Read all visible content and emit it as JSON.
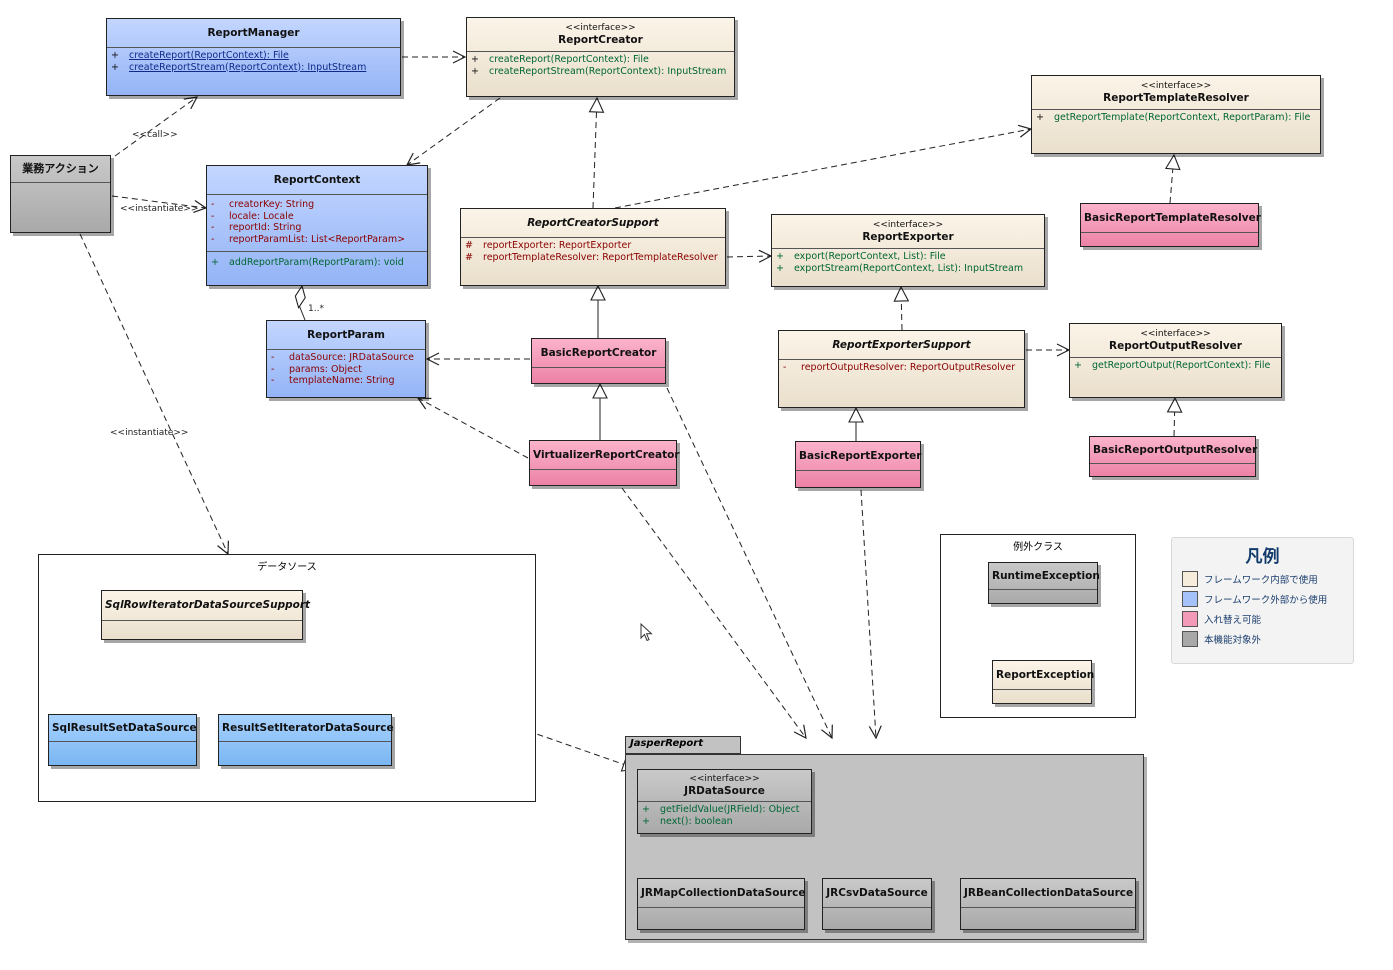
{
  "classes": {
    "report_manager": {
      "name": "ReportManager",
      "operations": [
        "createReport(ReportContext): File",
        "createReportStream(ReportContext): InputStream"
      ]
    },
    "report_creator": {
      "stereotype": "<<interface>>",
      "name": "ReportCreator",
      "operations": [
        "createReport(ReportContext): File",
        "createReportStream(ReportContext): InputStream"
      ]
    },
    "report_template_resolver": {
      "stereotype": "<<interface>>",
      "name": "ReportTemplateResolver",
      "operations": [
        "getReportTemplate(ReportContext, ReportParam): File"
      ]
    },
    "business_action": {
      "name": "業務アクション"
    },
    "report_context": {
      "name": "ReportContext",
      "attributes": [
        "creatorKey: String",
        "locale: Locale",
        "reportId: String",
        "reportParamList: List<ReportParam>"
      ],
      "operations": [
        "addReportParam(ReportParam): void"
      ]
    },
    "report_creator_support": {
      "name": "ReportCreatorSupport",
      "attributes": [
        "reportExporter: ReportExporter",
        "reportTemplateResolver: ReportTemplateResolver"
      ]
    },
    "report_exporter": {
      "stereotype": "<<interface>>",
      "name": "ReportExporter",
      "operations": [
        "export(ReportContext, List): File",
        "exportStream(ReportContext, List): InputStream"
      ]
    },
    "basic_report_template_resolver": {
      "name": "BasicReportTemplateResolver"
    },
    "report_param": {
      "name": "ReportParam",
      "attributes": [
        "dataSource: JRDataSource",
        "params: Object",
        "templateName: String"
      ]
    },
    "basic_report_creator": {
      "name": "BasicReportCreator"
    },
    "report_exporter_support": {
      "name": "ReportExporterSupport",
      "attributes": [
        "reportOutputResolver: ReportOutputResolver"
      ]
    },
    "report_output_resolver": {
      "stereotype": "<<interface>>",
      "name": "ReportOutputResolver",
      "operations": [
        "getReportOutput(ReportContext): File"
      ]
    },
    "virtualizer_report_creator": {
      "name": "VirtualizerReportCreator"
    },
    "basic_report_exporter": {
      "name": "BasicReportExporter"
    },
    "basic_report_output_resolver": {
      "name": "BasicReportOutputResolver"
    },
    "sql_row_iterator_support": {
      "name": "SqlRowIteratorDataSourceSupport"
    },
    "sql_result_set_ds": {
      "name": "SqlResultSetDataSource"
    },
    "result_set_iterator_ds": {
      "name": "ResultSetIteratorDataSource"
    },
    "runtime_exception": {
      "name": "RuntimeException"
    },
    "report_exception": {
      "name": "ReportException"
    },
    "jr_data_source": {
      "stereotype": "<<interface>>",
      "name": "JRDataSource",
      "operations": [
        "getFieldValue(JRField): Object",
        "next(): boolean"
      ]
    },
    "jr_map_collection_ds": {
      "name": "JRMapCollectionDataSource"
    },
    "jr_csv_ds": {
      "name": "JRCsvDataSource"
    },
    "jr_bean_collection_ds": {
      "name": "JRBeanCollectionDataSource"
    }
  },
  "visibility": {
    "public": "+",
    "private": "-",
    "protected": "#"
  },
  "frames": {
    "data_source": "データソース",
    "exception": "例外クラス",
    "jasper_package": "JasperReport"
  },
  "labels": {
    "call": "<<call>>",
    "instantiate_context": "<<instantiate>>",
    "instantiate_datasource": "<<instantiate>>",
    "multiplicity": "1..*"
  },
  "legend": {
    "title": "凡例",
    "items": [
      {
        "label": "フレームワーク内部で使用",
        "color": "#f6ecdc"
      },
      {
        "label": "フレームワーク外部から使用",
        "color": "#a6c2fb"
      },
      {
        "label": "入れ替え可能",
        "color": "#f29ab8"
      },
      {
        "label": "本機能対象外",
        "color": "#a8a8a8"
      }
    ]
  },
  "colors": {
    "framework_internal": "#f6ecdc",
    "framework_external": "#a6c2fb",
    "replaceable": "#f29ab8",
    "out_of_scope": "#a8a8a8"
  }
}
